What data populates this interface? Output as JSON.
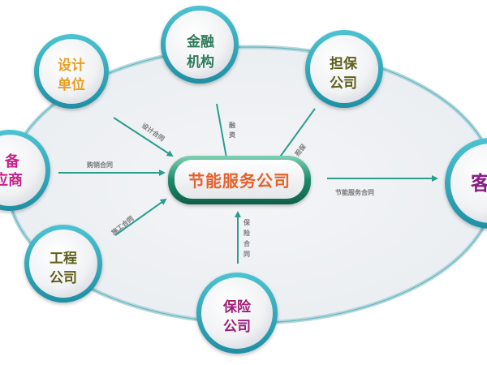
{
  "diagram": {
    "center": {
      "label": "节能服务公司",
      "color": "#e8602c"
    },
    "nodes": [
      {
        "id": "design",
        "line1": "设计",
        "line2": "单位",
        "color": "#e8a020"
      },
      {
        "id": "finance",
        "line1": "金融",
        "line2": "机构",
        "color": "#2e7a5a"
      },
      {
        "id": "guarantee",
        "line1": "担保",
        "line2": "公司",
        "color": "#6b6b1e"
      },
      {
        "id": "supplier",
        "line1": "备",
        "line2": "应商",
        "color": "#c8208a"
      },
      {
        "id": "customer",
        "line1": "客",
        "line2": "",
        "color": "#8a1e8a"
      },
      {
        "id": "engineering",
        "line1": "工程",
        "line2": "公司",
        "color": "#6b6b1e"
      },
      {
        "id": "insurance",
        "line1": "保险",
        "line2": "公司",
        "color": "#a01e78"
      }
    ],
    "edges": [
      {
        "from": "design",
        "to": "center",
        "label": "设计合同"
      },
      {
        "from": "finance",
        "to": "center",
        "label": "融资"
      },
      {
        "from": "guarantee",
        "to": "center",
        "label": "担保"
      },
      {
        "from": "supplier",
        "to": "center",
        "label": "购销合同"
      },
      {
        "from": "engineering",
        "to": "center",
        "label": "施工合同"
      },
      {
        "from": "insurance",
        "to": "center",
        "label": "保险合同"
      },
      {
        "from": "center",
        "to": "customer",
        "label": "节能服务合同"
      }
    ],
    "colors": {
      "ring": "#2aa6b8",
      "arrow": "#2a9d8f",
      "ellipse_fill": "#eef1f4",
      "ellipse_stroke": "#b8d8dc"
    }
  }
}
